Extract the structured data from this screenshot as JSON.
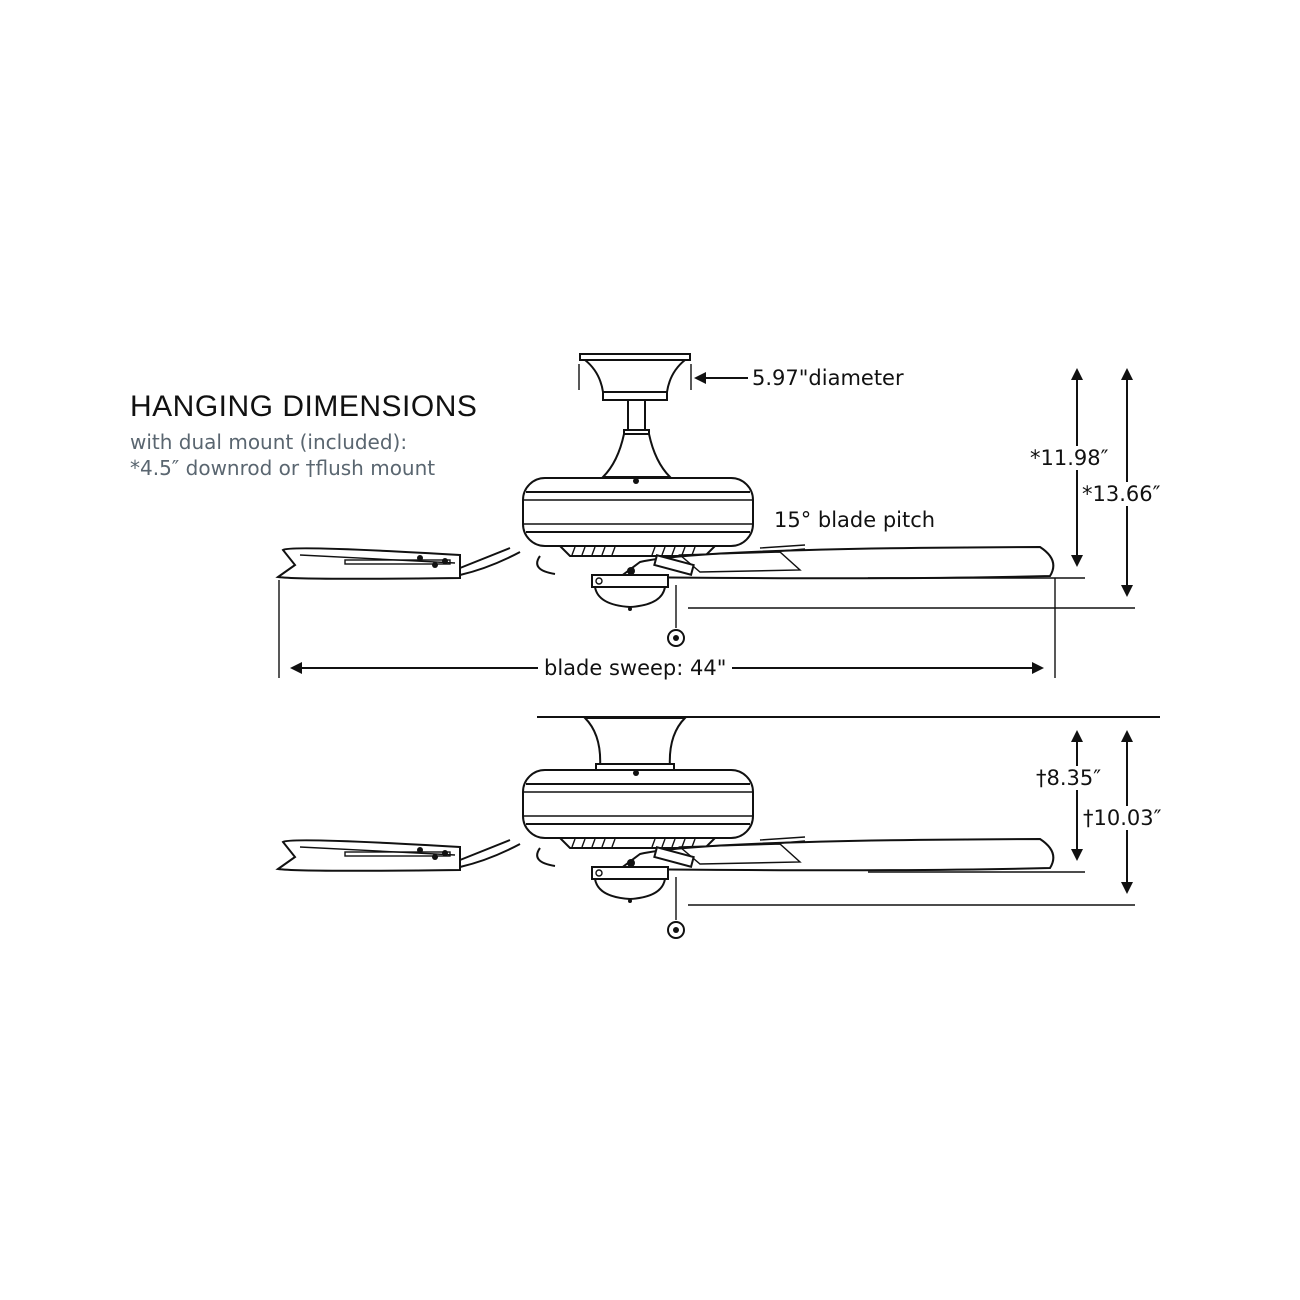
{
  "heading": {
    "title": "HANGING DIMENSIONS",
    "line1": "with dual mount (included):",
    "line2": "*4.5″ downrod or †flush mount"
  },
  "downrod_mount": {
    "canopy_diameter": "5.97\"diameter",
    "blade_pitch": "15° blade pitch",
    "height_to_blade": "*11.98″",
    "height_overall": "*13.66″",
    "blade_sweep": "blade sweep: 44\""
  },
  "flush_mount": {
    "height_to_blade": "†8.35″",
    "height_overall": "†10.03″"
  }
}
